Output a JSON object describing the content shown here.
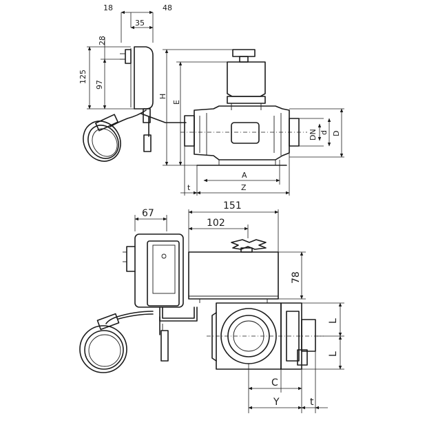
{
  "top_view": {
    "dims": {
      "d18": "18",
      "d48": "48",
      "d35": "35",
      "d28": "28",
      "d125": "125",
      "d97": "97",
      "H": "H",
      "E": "E",
      "DN": "DN",
      "d": "d",
      "D": "D",
      "A": "A",
      "t": "t",
      "Z": "Z"
    }
  },
  "bottom_view": {
    "dims": {
      "d67": "67",
      "d151": "151",
      "d102": "102",
      "d78": "78",
      "L1": "L",
      "L2": "L",
      "C": "C",
      "Y": "Y",
      "t": "t"
    }
  }
}
